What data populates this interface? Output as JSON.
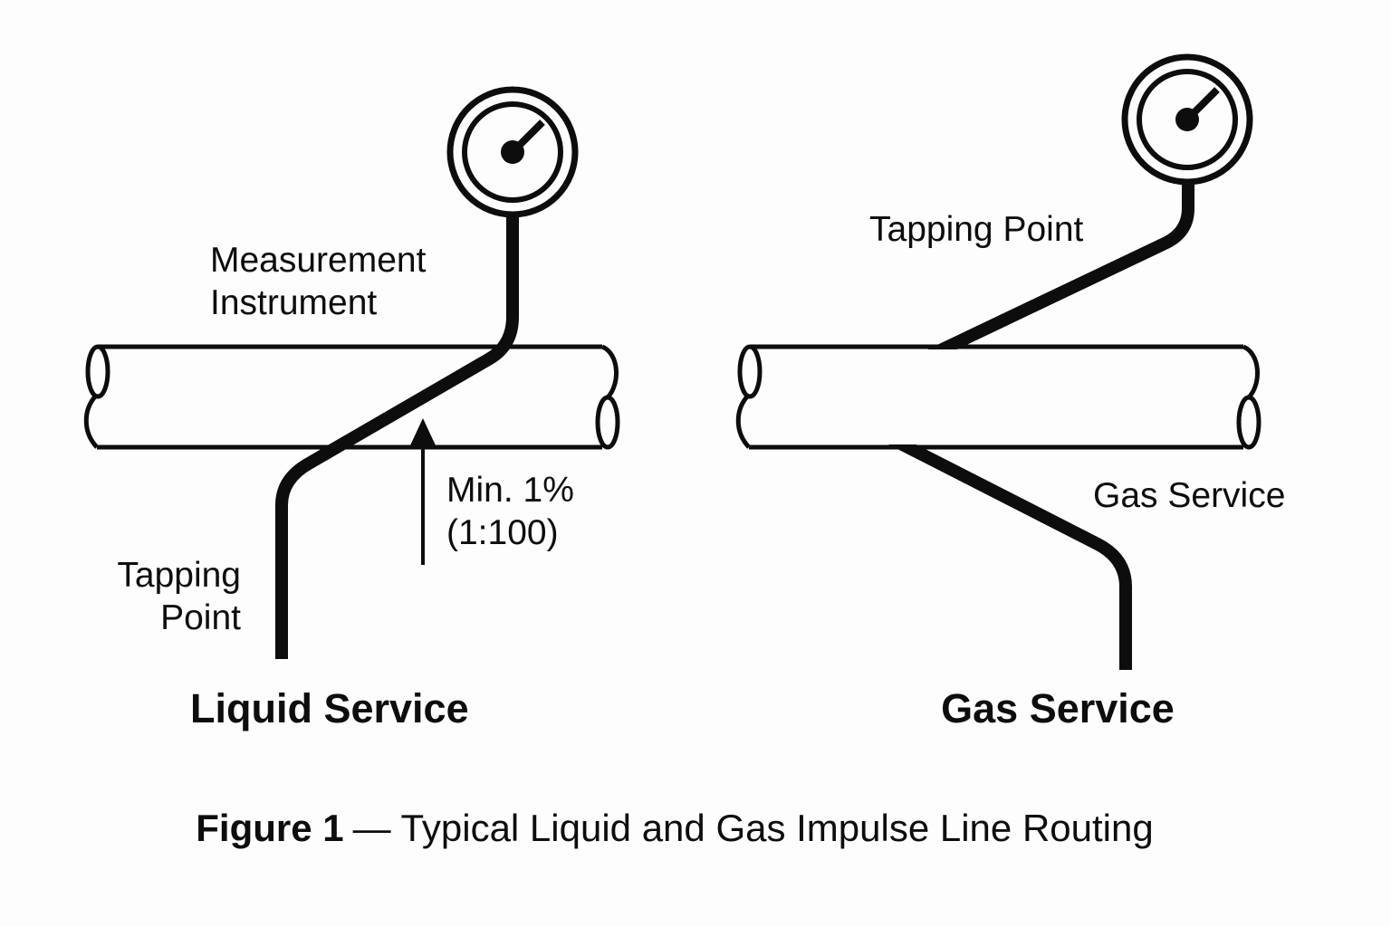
{
  "colors": {
    "ink": "#0d0d0d",
    "background": "#fdfdfd"
  },
  "diagram_left": {
    "instrument_label": [
      "Measurement",
      "Instrument"
    ],
    "slope_label": [
      "Min. 1%",
      "(1:100)"
    ],
    "tapping_label": [
      "Tapping",
      "Point"
    ],
    "title": "Liquid Service"
  },
  "diagram_right": {
    "tapping_label": "Tapping Point",
    "service_label": "Gas Service",
    "title": "Gas Service"
  },
  "caption": {
    "figure_label": "Figure 1",
    "text": "— Typical Liquid and Gas Impulse Line Routing"
  },
  "icons": {
    "liquid_gauge": "pressure-gauge",
    "gas_gauge": "pressure-gauge",
    "slope_arrow": "arrow-up"
  }
}
